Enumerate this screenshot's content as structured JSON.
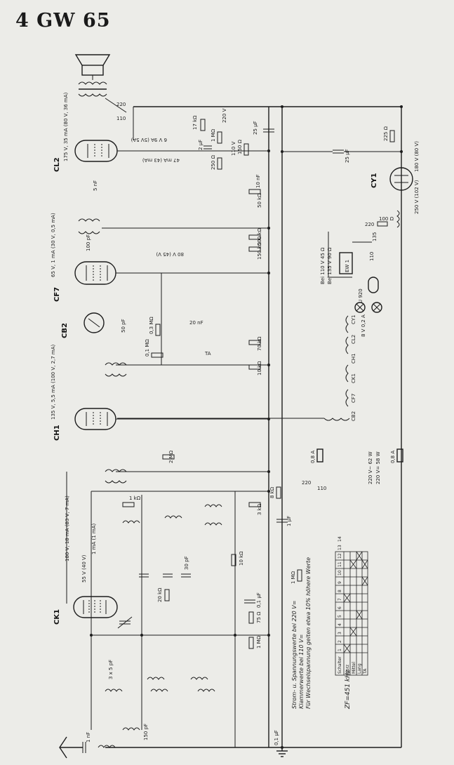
{
  "title": "4 GW 65",
  "tubes": {
    "cl2": "CL2",
    "cf7": "CF7",
    "ch1": "CH1",
    "ck1": "CK1",
    "cb2": "CB2",
    "cy1": "CY1"
  },
  "voltage_labels": {
    "cl2": "175 V, 35 mA (80 V, 36 mA)",
    "cf7": "65 V, 1 mA (30 V, 0,5 mA)",
    "ch1": "135 V, 5,5 mA (100 V, 2,7 mA)",
    "ck1_a": "180 V, 18 mA (83 V, 7 mA)",
    "ck1_b": "55 V (40 V)",
    "ck1_c": "1 mA (1 mA)",
    "cy1_a": "250 V (102 V)",
    "cy1_b": "180 V (80 V)",
    "cl2_k": "6 V 9A (5V 5A)",
    "cl2_g": "47 mA (43 mA)",
    "cf7_g": "80 V (45 V)",
    "heater": "8 V 0,2 A",
    "power": "220 V~ 62 W",
    "power2": "220 V= 58 W",
    "ew1": "Bei 110 V 45 Ω",
    "ew2": "Bei 135 V 90 Ω"
  },
  "component_labels": {
    "r17k": "17 kΩ",
    "r1m": "1 MΩ",
    "r150": "150 Ω",
    "r250": "250 Ω",
    "r225": "225 Ω",
    "r100": "100 Ω",
    "r50": "50 kΩ",
    "r70": "70 kΩ",
    "r500": "500 kΩ",
    "r150k": "150 kΩ",
    "r2m": "2 MΩ",
    "r10k": "10 kΩ",
    "r03m": "0,3 MΩ",
    "r01m": "0,1 MΩ",
    "r20k": "20 kΩ",
    "r75": "75 Ω",
    "r1k": "1 kΩ",
    "r3k": "3 kΩ",
    "r8k": "8 kΩ",
    "r1mo": "1 MΩ",
    "c25u": "25 µF",
    "c2u": "2 µF",
    "c10n": "10 nF",
    "c20n": "20 nF",
    "c5n": "5 nF",
    "c50p": "50 pF",
    "c100p": "100 pF",
    "c1n": "1 nF",
    "c01u": "0,1 µF",
    "c1u": "1 µF",
    "c3x5p": "3 x 5 pF",
    "c150p": "150 pF",
    "c30p": "30 pF",
    "v220": "220",
    "v110": "110",
    "v135": "135",
    "v220v": "220 V",
    "v110v": "110 V",
    "ta": "TA",
    "ew": "EW 1",
    "u920": "U 920",
    "fuse": "0,8 A"
  },
  "notes": {
    "line1": "Strom- u. Spannungswerte bei 220 V=",
    "line2": "Klammerwerte bei 110 V=",
    "line3": "Für Wechselspannung gelten etwa 10% höhere Werte",
    "if": "ZF=451 kHz"
  },
  "switch_table": {
    "header": "Schalter",
    "cols": [
      "1",
      "2",
      "3",
      "4",
      "5",
      "6",
      "7",
      "8",
      "9",
      "10",
      "11",
      "12",
      "13",
      "14"
    ],
    "rows": [
      "Kurz",
      "Mittel",
      "Lang",
      "TA"
    ]
  }
}
